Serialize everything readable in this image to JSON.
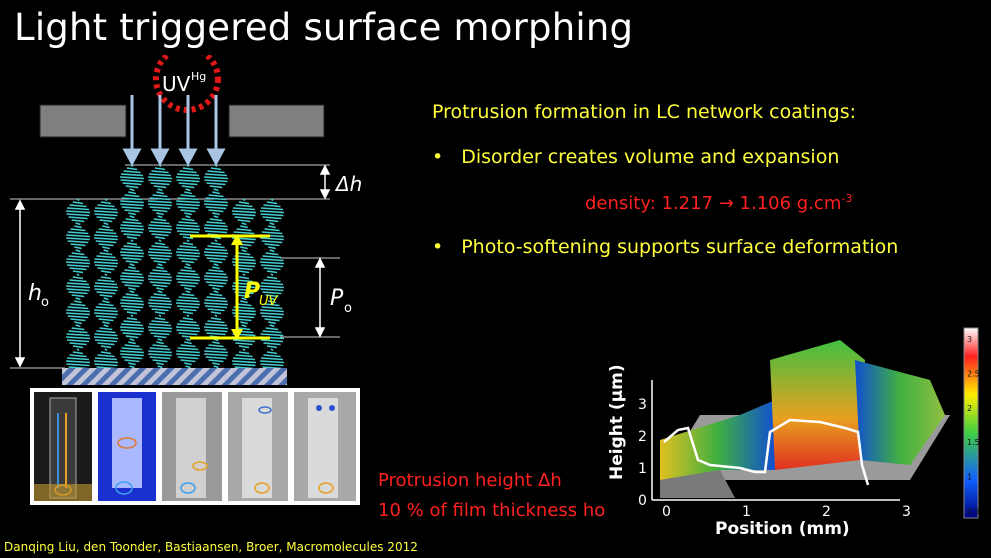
{
  "title": "Light triggered surface morphing",
  "diagram": {
    "uv_label": "UV",
    "uv_superscript": "Hg",
    "delta_h": "Δh",
    "h0_main": "h",
    "h0_sub": "o",
    "p_uv_main": "P",
    "p_uv_sub": "UV",
    "p0_main": "P",
    "p0_sub": "o"
  },
  "text": {
    "subtitle": "Protrusion formation in LC network coatings:",
    "bullet_marker": "•",
    "bullet_1": "Disorder creates volume and expansion",
    "density_prefix": "density: 1.217 → 1.106 g.cm",
    "density_exp": "-3",
    "bullet_2": "Photo-softening supports surface deformation",
    "protrusion_line1": "Protrusion height Δh",
    "protrusion_line2": "10 % of film thickness ho"
  },
  "plot": {
    "ylabel": "Height (µm)",
    "xlabel": "Position (mm)",
    "y_ticks": [
      "0",
      "1",
      "2",
      "3"
    ],
    "x_ticks": [
      "0",
      "1",
      "2",
      "3"
    ],
    "colorbar_ticks": [
      "3",
      "2.5",
      "2",
      "1.5",
      "1",
      "0.5"
    ]
  },
  "citation": "Danqing Liu, den Toonder, Bastiaansen, Broer, Macromolecules 2012",
  "colors": {
    "helix": "#46cdd0",
    "uv_arrow": "#a9c4e4",
    "mask": "#7f7f7f",
    "yellow_text": "#ffff3c",
    "red_text": "#ff2020",
    "p_uv_marker": "#ffff00"
  }
}
